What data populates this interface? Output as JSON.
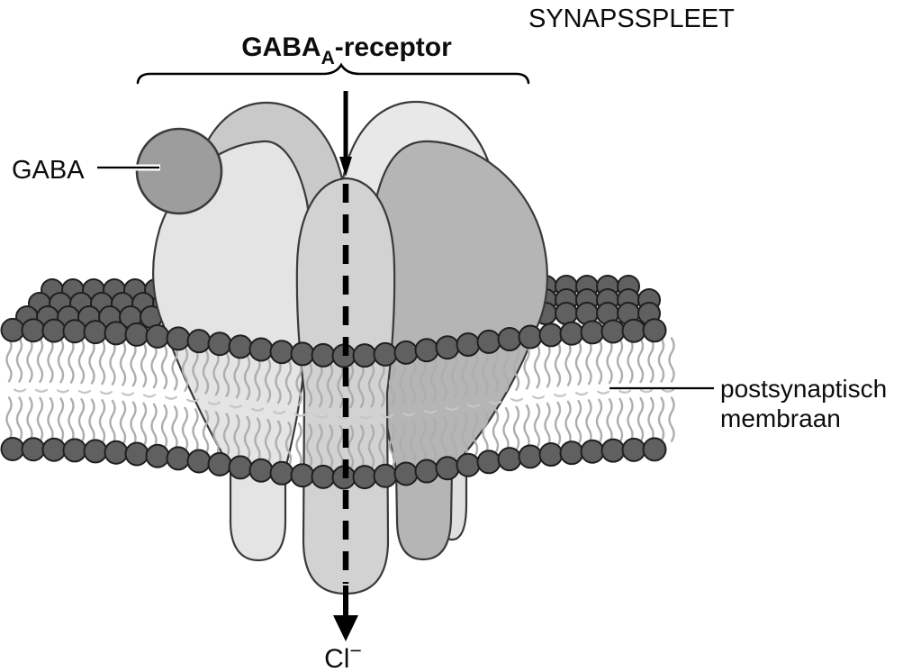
{
  "labels": {
    "synaptic_cleft": "SYNAPSSPLEET",
    "receptor": {
      "prefix": "GABA",
      "sub": "A",
      "suffix": "-receptor"
    },
    "ligand": "GABA",
    "membrane_line1": "postsynaptisch",
    "membrane_line2": "membraan",
    "ion": {
      "prefix": "Cl",
      "sup": "−"
    }
  },
  "icons": {
    "brace": "curly-brace-over-receptor",
    "arrow": "chloride-flow-arrow",
    "channel_axis": "dashed-channel-axis"
  },
  "colors": {
    "background": "#ffffff",
    "line": "#000000",
    "lipid_head": "#606060",
    "lipid_head_stroke": "#1f1f1f",
    "lipid_tail": "#aeaeae",
    "subunit_back_left": "#c9c9c9",
    "subunit_back_right": "#e8e8e8",
    "subunit_front_left": "#e4e4e4",
    "subunit_front_right": "#b5b5b5",
    "subunit_center": "#d2d2d2",
    "subunit_sliver": "#dfdfdf",
    "subunit_stroke": "#3a3a3a",
    "gaba_molecule": "#9d9d9d"
  }
}
